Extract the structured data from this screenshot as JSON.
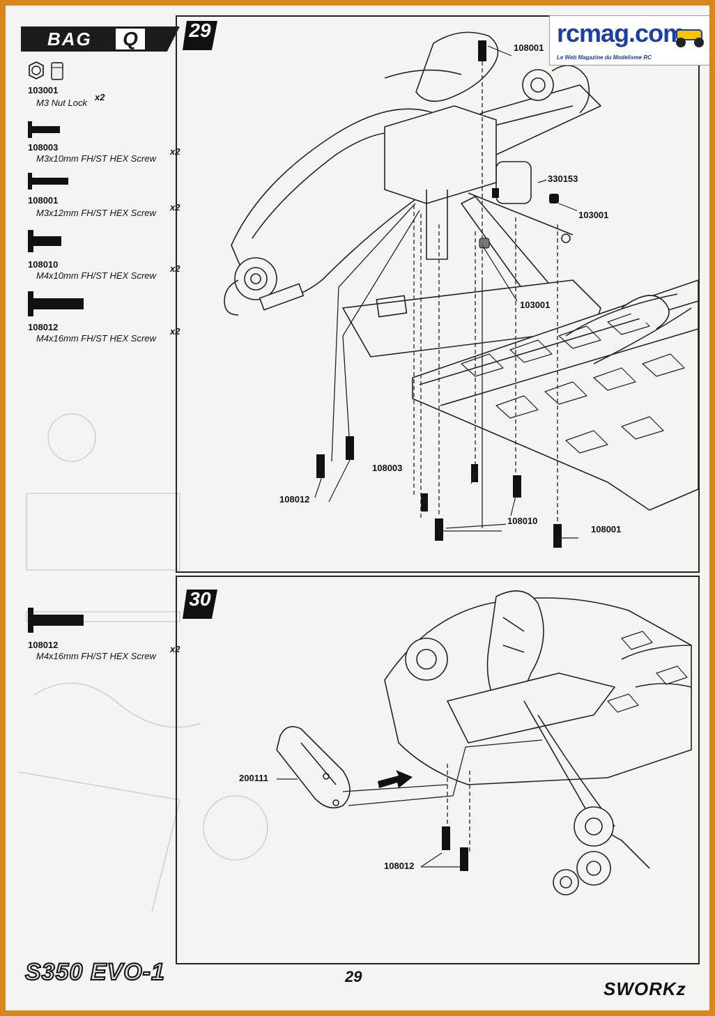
{
  "bag": {
    "word": "BAG",
    "letter": "Q"
  },
  "parts_bag_q": [
    {
      "code": "103001",
      "desc": "M3 Nut Lock",
      "qty": "x2",
      "icon": "lock-nut-icon"
    },
    {
      "code": "108003",
      "desc": "M3x10mm FH/ST HEX Screw",
      "qty": "x2",
      "icon": "flat-head-screw-icon"
    },
    {
      "code": "108001",
      "desc": "M3x12mm FH/ST HEX Screw",
      "qty": "x2",
      "icon": "flat-head-screw-icon"
    },
    {
      "code": "108010",
      "desc": "M4x10mm FH/ST HEX Screw",
      "qty": "x2",
      "icon": "flat-head-screw-icon"
    },
    {
      "code": "108012",
      "desc": "M4x16mm FH/ST HEX Screw",
      "qty": "x2",
      "icon": "flat-head-screw-icon"
    }
  ],
  "parts_step30": [
    {
      "code": "108012",
      "desc": "M4x16mm FH/ST HEX Screw",
      "qty": "x2",
      "icon": "flat-head-screw-icon"
    }
  ],
  "step29": {
    "number": "29",
    "labels": [
      "108001",
      "330153",
      "103001",
      "103001",
      "108003",
      "108012",
      "108010",
      "108001"
    ]
  },
  "step30": {
    "number": "30",
    "labels": [
      "200111",
      "108012"
    ]
  },
  "watermark": {
    "brand": "rcmag.com",
    "tagline": "Le Web Magazine du Modelisme RC"
  },
  "page_number": "29",
  "footer": {
    "model_logo": "S350 EVO-1",
    "brand_logo": "SWORKz"
  },
  "colors": {
    "page_border": "#d9861e",
    "sheet": "#f4f4f2",
    "ink": "#111111",
    "logo_blue": "#1c3fa0"
  }
}
